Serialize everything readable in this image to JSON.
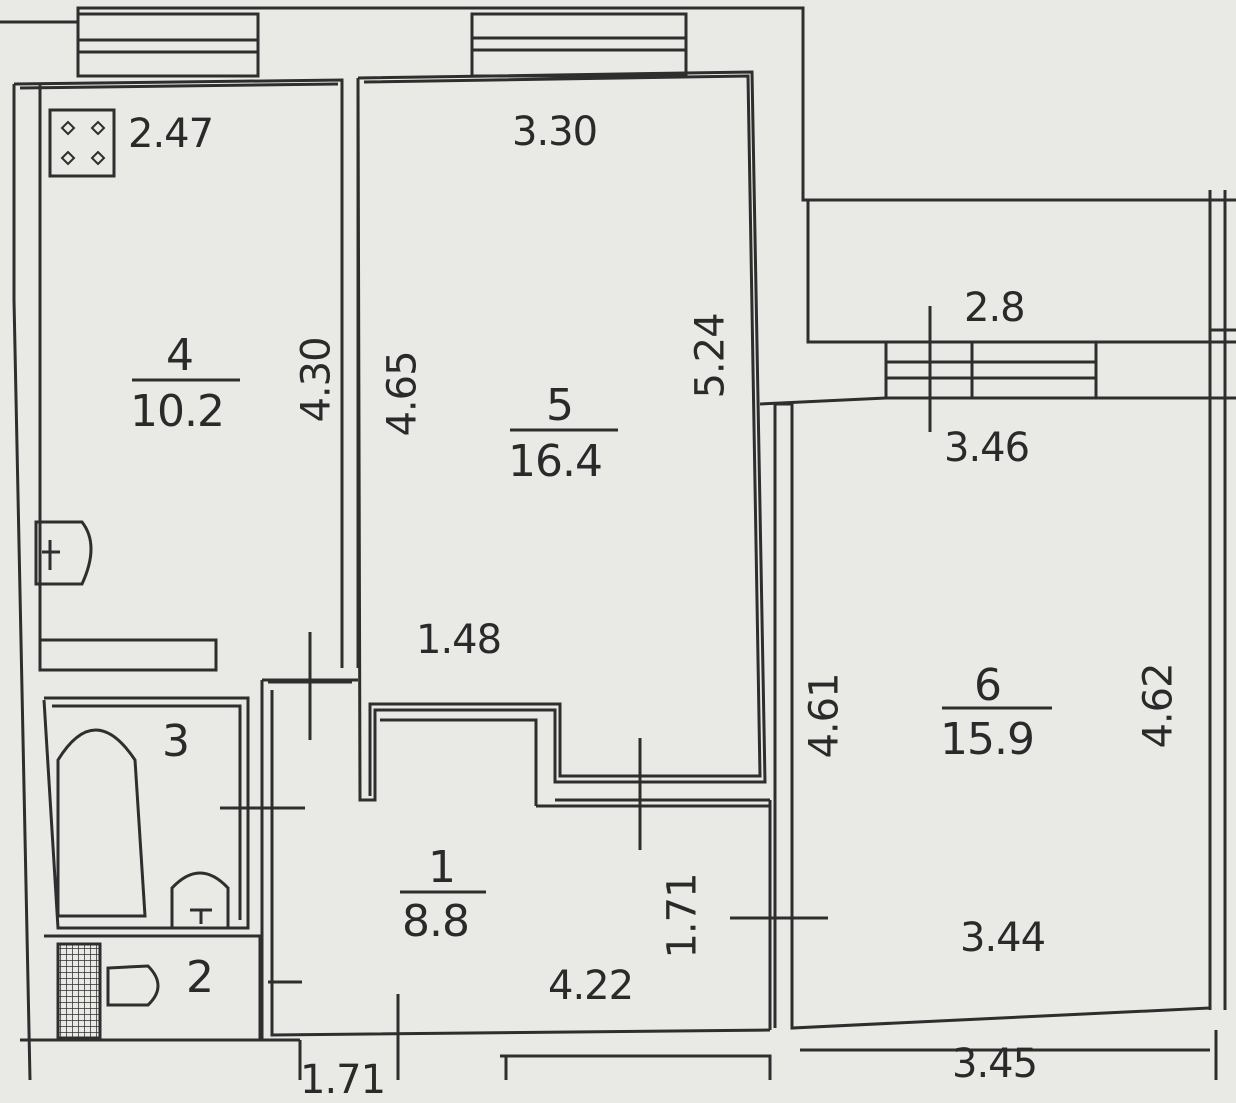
{
  "rooms": {
    "r1": {
      "number": "1",
      "area": "8.8"
    },
    "r2": {
      "number": "2"
    },
    "r3": {
      "number": "3"
    },
    "r4": {
      "number": "4",
      "area": "10.2"
    },
    "r5": {
      "number": "5",
      "area": "16.4"
    },
    "r6": {
      "number": "6",
      "area": "15.9"
    }
  },
  "dimensions": {
    "d_2_47": "2.47",
    "d_3_30": "3.30",
    "d_2_8": "2.8",
    "d_3_46": "3.46",
    "d_4_30": "4.30",
    "d_4_65": "4.65",
    "d_5_24": "5.24",
    "d_1_48": "1.48",
    "d_4_61": "4.61",
    "d_4_62": "4.62",
    "d_1_71_v": "1.71",
    "d_4_22": "4.22",
    "d_3_44": "3.44",
    "d_3_45": "3.45",
    "d_1_71_bottom": "1.71"
  },
  "colors": {
    "background": "#e9e9e6",
    "line": "#2e2e2e"
  }
}
